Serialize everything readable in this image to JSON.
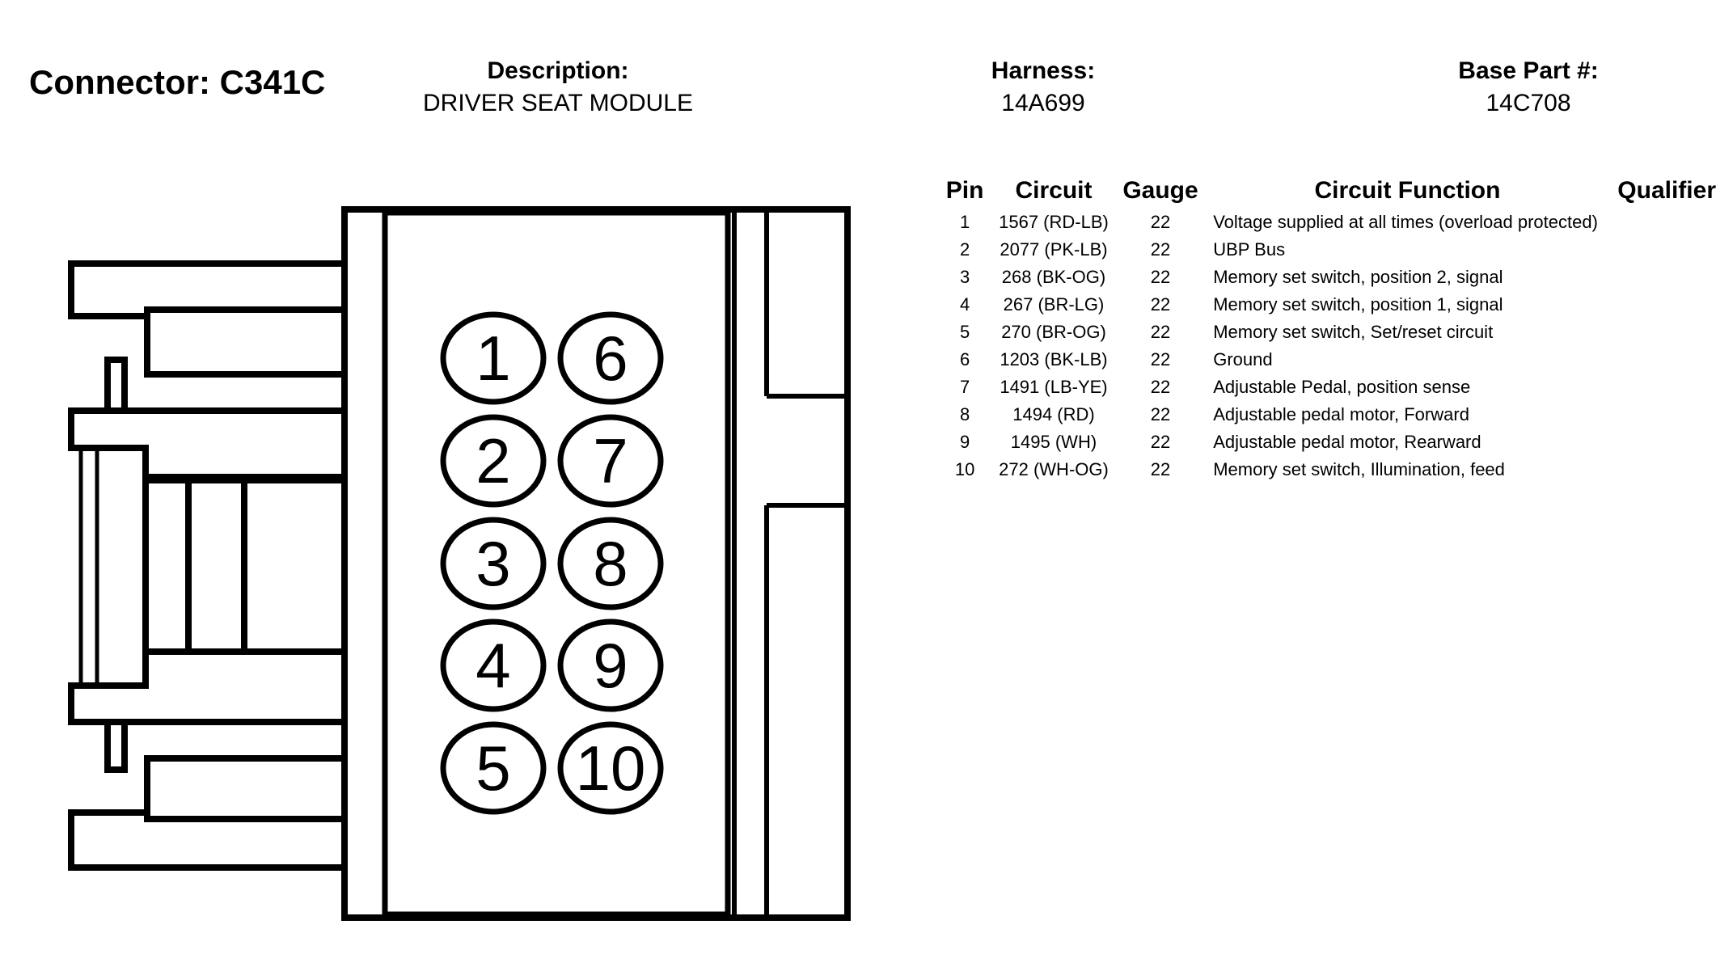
{
  "header": {
    "connector_title": "Connector: C341C",
    "description_label": "Description:",
    "description_value": "DRIVER SEAT MODULE",
    "harness_label": "Harness:",
    "harness_value": "14A699",
    "base_part_label": "Base Part #:",
    "base_part_value": "14C708"
  },
  "table": {
    "columns": [
      "Pin",
      "Circuit",
      "Gauge",
      "Circuit Function",
      "Qualifier"
    ],
    "rows": [
      {
        "pin": "1",
        "circuit": "1567 (RD-LB)",
        "gauge": "22",
        "function": "Voltage supplied at all times (overload protected)",
        "qualifier": ""
      },
      {
        "pin": "2",
        "circuit": "2077 (PK-LB)",
        "gauge": "22",
        "function": "UBP Bus",
        "qualifier": ""
      },
      {
        "pin": "3",
        "circuit": "268 (BK-OG)",
        "gauge": "22",
        "function": "Memory set switch, position 2, signal",
        "qualifier": ""
      },
      {
        "pin": "4",
        "circuit": "267 (BR-LG)",
        "gauge": "22",
        "function": "Memory set switch, position 1, signal",
        "qualifier": ""
      },
      {
        "pin": "5",
        "circuit": "270 (BR-OG)",
        "gauge": "22",
        "function": "Memory set switch, Set/reset circuit",
        "qualifier": ""
      },
      {
        "pin": "6",
        "circuit": "1203 (BK-LB)",
        "gauge": "22",
        "function": "Ground",
        "qualifier": ""
      },
      {
        "pin": "7",
        "circuit": "1491 (LB-YE)",
        "gauge": "22",
        "function": "Adjustable Pedal, position sense",
        "qualifier": ""
      },
      {
        "pin": "8",
        "circuit": "1494 (RD)",
        "gauge": "22",
        "function": "Adjustable pedal motor, Forward",
        "qualifier": ""
      },
      {
        "pin": "9",
        "circuit": "1495 (WH)",
        "gauge": "22",
        "function": "Adjustable pedal motor, Rearward",
        "qualifier": ""
      },
      {
        "pin": "10",
        "circuit": "272 (WH-OG)",
        "gauge": "22",
        "function": "Memory set switch, Illumination, feed",
        "qualifier": ""
      }
    ]
  },
  "connector": {
    "pins_left": [
      "1",
      "2",
      "3",
      "4",
      "5"
    ],
    "pins_right": [
      "6",
      "7",
      "8",
      "9",
      "10"
    ]
  }
}
